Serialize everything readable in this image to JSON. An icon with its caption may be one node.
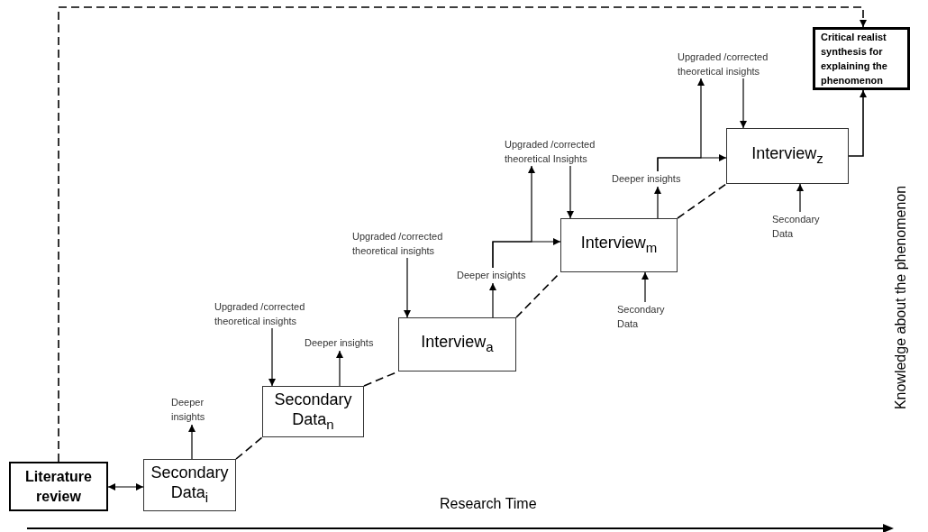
{
  "diagram": {
    "nodes": [
      {
        "text": [
          "Literature review"
        ]
      },
      {
        "text": [
          "Secondary Data$_{i}$"
        ]
      },
      {
        "text": [
          "Deeper insights"
        ]
      },
      {
        "text": [
          "Upgraded /corrected theoretical insights"
        ]
      },
      {
        "text": [
          "Secondary Data$_{n}$"
        ]
      },
      {
        "text": [
          "Deeper insights"
        ]
      },
      {
        "text": [
          "Upgraded /corrected theoretical insights"
        ]
      },
      {
        "text": [
          "Interview$_{a}$"
        ]
      },
      {
        "text": [
          "Deeper insights"
        ]
      },
      {
        "text": [
          "Upgraded /corrected theoretical Insights"
        ]
      },
      {
        "text": [
          "Interview$_{m}$"
        ]
      },
      {
        "text": [
          "Secondary Data"
        ]
      },
      {
        "text": [
          "Deeper insights"
        ]
      },
      {
        "text": [
          "Upgraded /corrected theoretical insights"
        ]
      },
      {
        "text": [
          "Interview$_{z}$"
        ]
      },
      {
        "text": [
          "Secondary Data"
        ]
      },
      {
        "text": [
          "Critical realist synthesis for explaining the phenomenon"
        ]
      }
    ],
    "edges": [
      {
        "from": 0,
        "to": 1,
        "arrow": "both"
      },
      {
        "from": 0,
        "to": 16,
        "arrow": "to",
        "style": "dashed"
      },
      {
        "from": 1,
        "to": 2,
        "arrow": "to"
      },
      {
        "from": 1,
        "to": 4,
        "arrow": "none",
        "style": "dashed"
      },
      {
        "from": 3,
        "to": 4,
        "arrow": "to"
      },
      {
        "from": 4,
        "to": 5,
        "arrow": "to"
      },
      {
        "from": 4,
        "to": 7,
        "arrow": "none",
        "style": "dashed"
      },
      {
        "from": 6,
        "to": 7,
        "arrow": "to"
      },
      {
        "from": 7,
        "to": 8,
        "arrow": "to"
      },
      {
        "from": 7,
        "to": 10,
        "arrow": "none",
        "style": "dashed"
      },
      {
        "from": 8,
        "to": 10,
        "arrow": "to"
      },
      {
        "from": 8,
        "to": 9,
        "arrow": "to"
      },
      {
        "from": 9,
        "to": 10,
        "arrow": "to"
      },
      {
        "from": 11,
        "to": 10,
        "arrow": "to"
      },
      {
        "from": 10,
        "to": 12,
        "arrow": "to"
      },
      {
        "from": 10,
        "to": 14,
        "arrow": "none",
        "style": "dashed"
      },
      {
        "from": 12,
        "to": 14,
        "arrow": "to"
      },
      {
        "from": 12,
        "to": 13,
        "arrow": "to"
      },
      {
        "from": 13,
        "to": 14,
        "arrow": "to"
      },
      {
        "from": 15,
        "to": 14,
        "arrow": "to"
      },
      {
        "from": 14,
        "to": 16,
        "arrow": "to"
      }
    ],
    "labels": [
      "Research Time",
      "Knowledge about the phenomenon"
    ]
  }
}
